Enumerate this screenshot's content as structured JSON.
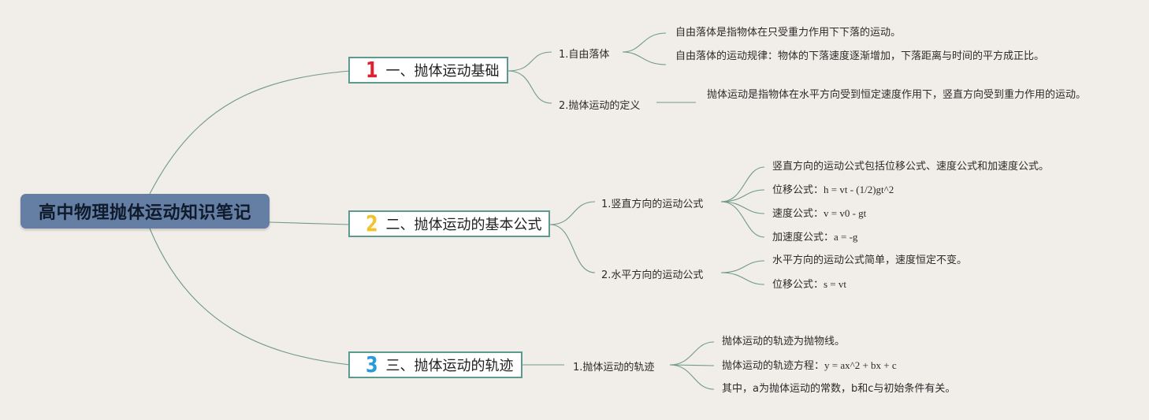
{
  "root": {
    "title": "高中物理抛体运动知识笔记"
  },
  "topics": [
    {
      "num": "1",
      "num_color": "#d8242f",
      "label": "一、抛体运动基础",
      "subs": [
        {
          "label": "1.自由落体",
          "leaves": [
            "自由落体是指物体在只受重力作用下下落的运动。",
            "自由落体的运动规律：物体的下落速度逐渐增加，下落距离与时间的平方成正比。"
          ]
        },
        {
          "label": "2.抛体运动的定义",
          "leaves": [
            "抛体运动是指物体在水平方向受到恒定速度作用下，竖直方向受到重力作用的运动。"
          ]
        }
      ]
    },
    {
      "num": "2",
      "num_color": "#f2c230",
      "label": "二、抛体运动的基本公式",
      "subs": [
        {
          "label": "1.竖直方向的运动公式",
          "leaves": [
            "竖直方向的运动公式包括位移公式、速度公式和加速度公式。",
            "位移公式：h = vt - (1/2)gt^2",
            "速度公式：v = v0 - gt",
            "加速度公式：a = -g"
          ]
        },
        {
          "label": "2.水平方向的运动公式",
          "leaves": [
            "水平方向的运动公式简单，速度恒定不变。",
            "位移公式：s = vt"
          ]
        }
      ]
    },
    {
      "num": "3",
      "num_color": "#2a9ad8",
      "label": "三、抛体运动的轨迹",
      "subs": [
        {
          "label": "1.抛体运动的轨迹",
          "leaves": [
            "抛体运动的轨迹为抛物线。",
            "抛体运动的轨迹方程：y = ax^2 + bx + c",
            "其中，a为抛体运动的常数，b和c与初始条件有关。"
          ]
        }
      ]
    }
  ]
}
